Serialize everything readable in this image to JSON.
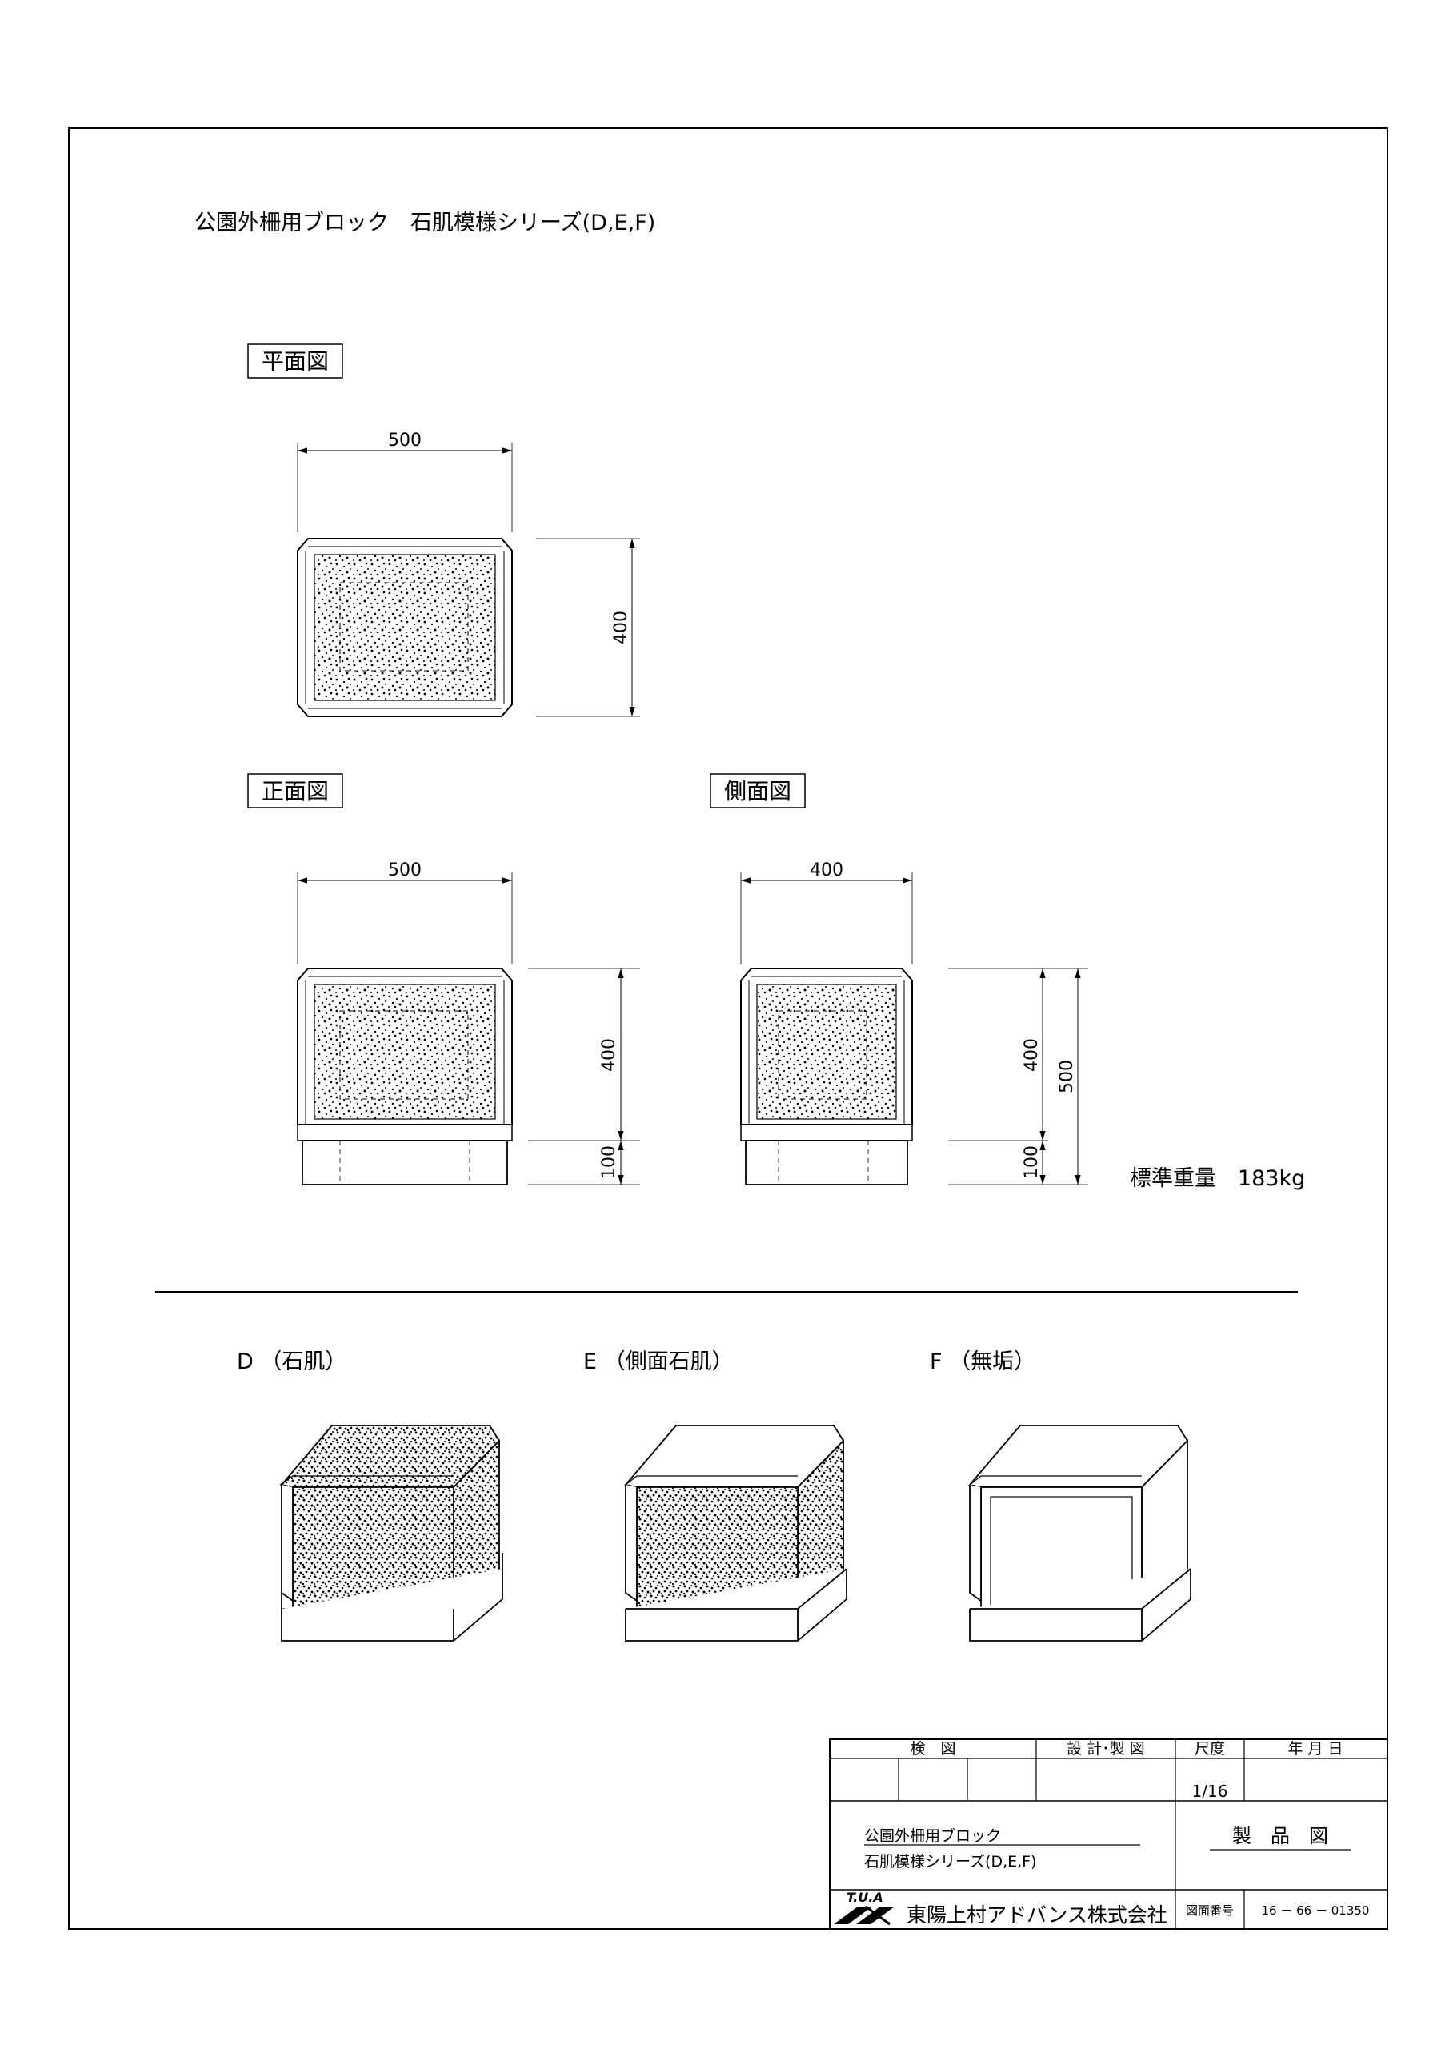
{
  "title": "公園外柵用ブロック　石肌模様シリーズ(D,E,F)",
  "views": {
    "plan": {
      "label": "平面図",
      "width_dim": "500",
      "height_dim": "400"
    },
    "front": {
      "label": "正面図",
      "width_dim": "500",
      "body_dim": "400",
      "base_dim": "100"
    },
    "side": {
      "label": "側面図",
      "width_dim": "400",
      "body_dim": "400",
      "base_dim": "100",
      "total_dim": "500"
    }
  },
  "weight_label": "標準重量　183kg",
  "variants": [
    {
      "label": "D （石肌）"
    },
    {
      "label": "E （側面石肌）"
    },
    {
      "label": "F （無垢）"
    }
  ],
  "title_block": {
    "headers": {
      "check": "検　図",
      "design": "設 計･製 図",
      "scale": "尺度",
      "date": "年 月 日"
    },
    "scale_value": "1/16",
    "product_line1": "公園外柵用ブロック",
    "product_line2": "石肌模様シリーズ(D,E,F)",
    "drawing_type": "製　品　図",
    "logo_text": "T.U.A",
    "company": "東陽上村アドバンス株式会社",
    "drawing_no_label": "図面番号",
    "drawing_no": "16 － 66 － 01350"
  }
}
